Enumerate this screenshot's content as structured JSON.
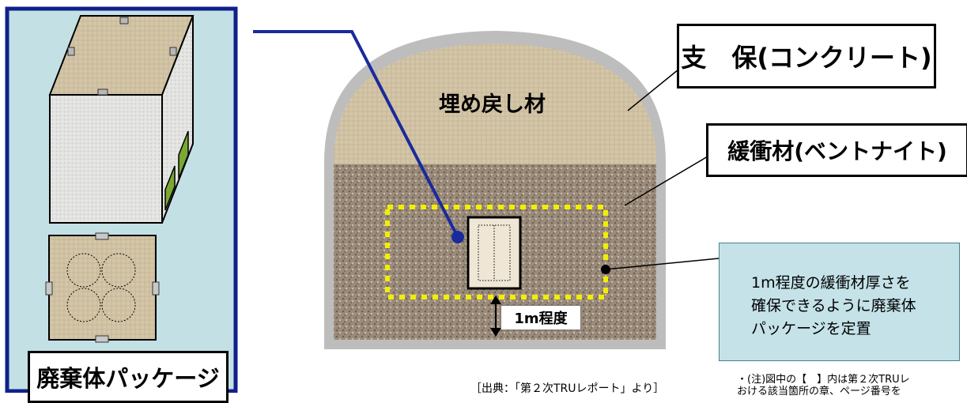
{
  "labels": {
    "support": "支　保(コンクリート)",
    "backfill": "埋め戻し材",
    "buffer": "緩衝材(ベントナイト)",
    "package": "廃棄体パッケージ",
    "distance": "1m程度"
  },
  "note": {
    "lines": [
      "1m程度の緩衝材厚さを",
      "確保できるように廃棄体",
      "パッケージを定置"
    ]
  },
  "source": "［出典：「第２次TRUレポート」より］",
  "footnote": {
    "line1": "・(注)図中の【　】内は第２次TRUレ",
    "line2": "おける該当箇所の章、ページ番号を"
  },
  "colors": {
    "panel_bg": "#c3e0e5",
    "panel_border": "#10208a",
    "connector": "#1a2a9c",
    "tunnel_lining": "#bdbdbd",
    "backfill": "#d2c3a6",
    "buffer": "#9a8a7a",
    "dotted_zone": "#f2ee00",
    "note_bg": "#c4e2e8"
  }
}
